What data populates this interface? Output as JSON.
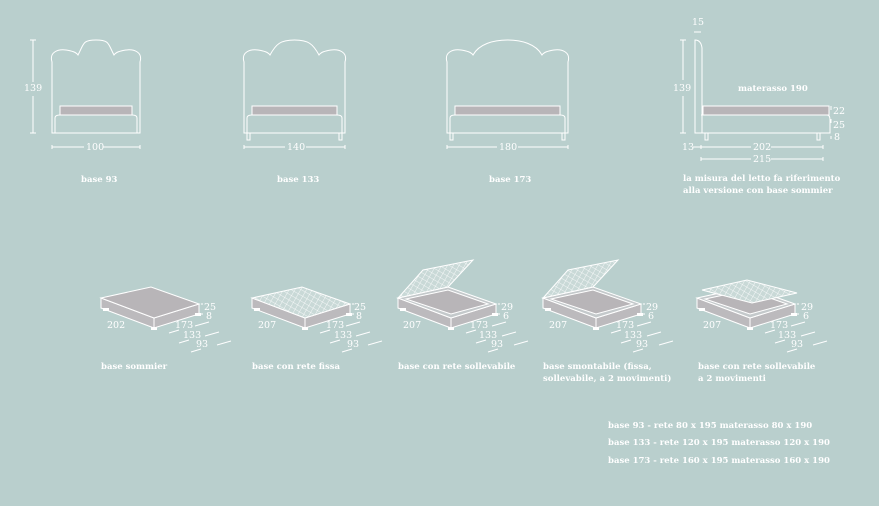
{
  "colors": {
    "background": "#b9cfcd",
    "line": "#ffffff",
    "mattress": "#b8b5b8"
  },
  "front_views": [
    {
      "label": "base 93",
      "height": "139",
      "width": "100"
    },
    {
      "label": "base 133",
      "width": "140"
    },
    {
      "label": "base 173",
      "width": "180"
    }
  ],
  "side_view": {
    "headboard_depth": "15",
    "height": "139",
    "mattress_label": "materasso 190",
    "mattress_height": "22",
    "base_height": "25",
    "leg_height": "8",
    "offset": "13",
    "base_length": "202",
    "total_length": "215",
    "note_line1": "la misura del letto fa riferimento",
    "note_line2": "alla versione con base sommier"
  },
  "bases": [
    {
      "label": [
        "base sommier"
      ],
      "length": "202",
      "h1": "25",
      "h2": "8",
      "widths": [
        "173",
        "133",
        "93"
      ]
    },
    {
      "label": [
        "base con rete fissa"
      ],
      "length": "207",
      "h1": "25",
      "h2": "8",
      "widths": [
        "173",
        "133",
        "93"
      ]
    },
    {
      "label": [
        "base con rete sollevabile"
      ],
      "length": "207",
      "h1": "29",
      "h2": "6",
      "widths": [
        "173",
        "133",
        "93"
      ]
    },
    {
      "label": [
        "base smontabile (fissa,",
        "sollevabile, a 2 movimenti)"
      ],
      "length": "207",
      "h1": "29",
      "h2": "6",
      "widths": [
        "173",
        "133",
        "93"
      ]
    },
    {
      "label": [
        "base con rete sollevabile",
        "a 2 movimenti"
      ],
      "length": "207",
      "h1": "29",
      "h2": "6",
      "widths": [
        "173",
        "133",
        "93"
      ]
    }
  ],
  "sizes": [
    "base 93 - rete 80 x 195 materasso 80 x 190",
    "base 133 - rete 120 x 195 materasso 120 x 190",
    "base 173 - rete 160 x 195 materasso 160 x 190"
  ]
}
